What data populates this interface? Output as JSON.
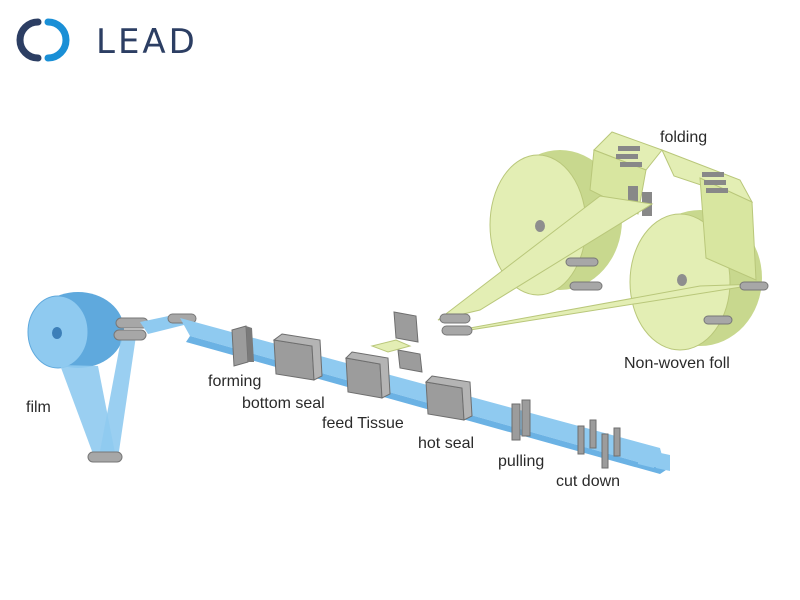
{
  "brand": {
    "name": "LEAD",
    "color_dark": "#2c3e63",
    "color_accent": "#1a8fd6"
  },
  "labels": {
    "film": "film",
    "forming": "forming",
    "bottom_seal": "bottom seal",
    "feed_tissue": "feed Tissue",
    "hot_seal": "hot seal",
    "pulling": "pulling",
    "cut_down": "cut down",
    "folding": "folding",
    "nonwoven": "Non-woven foll"
  },
  "colors": {
    "film_blue": "#8fcaf0",
    "film_blue_dark": "#5fa9dd",
    "nonwoven_green": "#e3eeb4",
    "nonwoven_edge": "#b9c77a",
    "machine_grey": "#9c9c9c",
    "machine_dark": "#6e6e6e"
  }
}
